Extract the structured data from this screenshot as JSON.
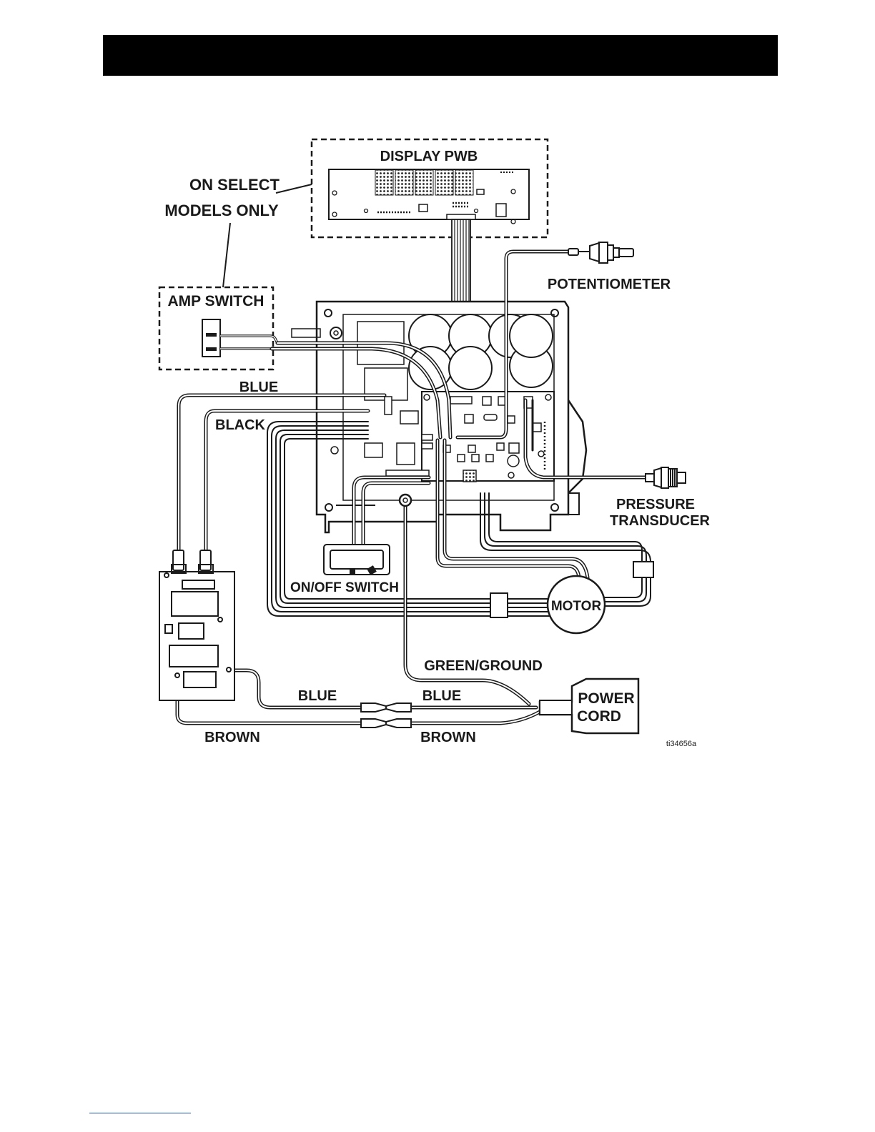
{
  "labels": {
    "display_pwb": "DISPLAY PWB",
    "on_select_line1": "ON SELECT",
    "on_select_line2": "MODELS ONLY",
    "amp_switch": "AMP SWITCH",
    "potentiometer": "POTENTIOMETER",
    "blue_top": "BLUE",
    "black": "BLACK",
    "pressure_line1": "PRESSURE",
    "pressure_line2": "TRANSDUCER",
    "on_off_switch": "ON/OFF SWITCH",
    "motor": "MOTOR",
    "green_ground": "GREEN/GROUND",
    "blue_left": "BLUE",
    "blue_right": "BLUE",
    "power_line1": "POWER",
    "power_line2": "CORD",
    "brown_left": "BROWN",
    "brown_right": "BROWN",
    "figure_id": "ti34656a"
  },
  "colors": {
    "ink": "#1a1a1a",
    "header_bar": "#000000",
    "footer_rule": "#1f4fbf"
  }
}
